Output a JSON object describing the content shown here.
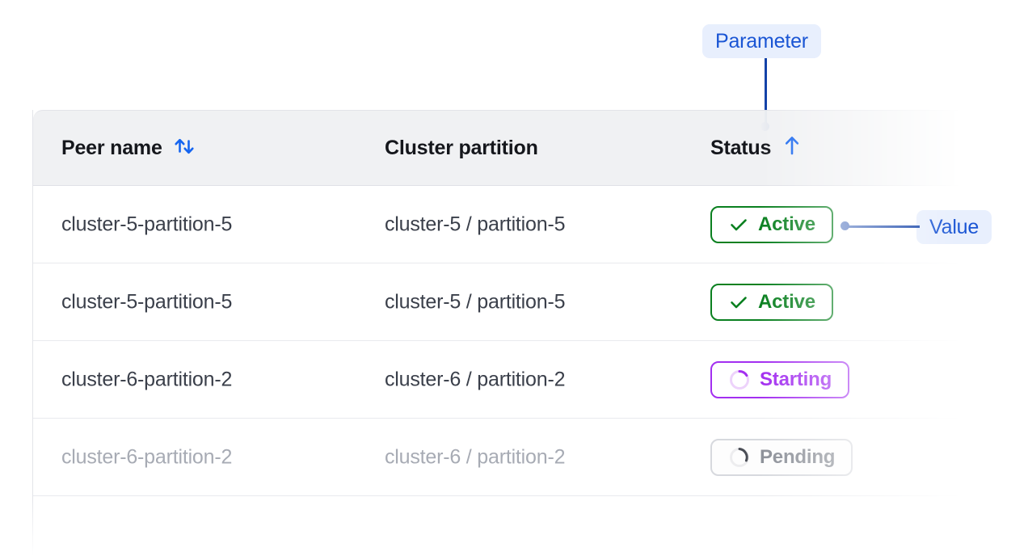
{
  "table": {
    "columns": [
      {
        "key": "peer_name",
        "label": "Peer name",
        "sort_icon": "sort-both-icon"
      },
      {
        "key": "cluster_partition",
        "label": "Cluster partition",
        "sort_icon": null
      },
      {
        "key": "status",
        "label": "Status",
        "sort_icon": "sort-asc-icon"
      }
    ],
    "rows": [
      {
        "peer_name": "cluster-5-partition-5",
        "cluster_partition": "cluster-5 / partition-5",
        "status": {
          "label": "Active",
          "variant": "active",
          "icon": "check-icon"
        },
        "muted": false
      },
      {
        "peer_name": "cluster-5-partition-5",
        "cluster_partition": "cluster-5 / partition-5",
        "status": {
          "label": "Active",
          "variant": "active",
          "icon": "check-icon"
        },
        "muted": false
      },
      {
        "peer_name": "cluster-6-partition-2",
        "cluster_partition": "cluster-6 / partition-2",
        "status": {
          "label": "Starting",
          "variant": "starting",
          "icon": "spinner-icon"
        },
        "muted": false
      },
      {
        "peer_name": "cluster-6-partition-2",
        "cluster_partition": "cluster-6 / partition-2",
        "status": {
          "label": "Pending",
          "variant": "pending",
          "icon": "spinner-icon"
        },
        "muted": true
      }
    ]
  },
  "annotations": {
    "parameter": {
      "label": "Parameter",
      "target": "status-column-header"
    },
    "value": {
      "label": "Value",
      "target": "status-cell-active-row-1"
    }
  },
  "colors": {
    "accent_blue": "#1a55d4",
    "annotation_line": "#1342a8",
    "annotation_badge_bg": "#e8effd",
    "sort_icon_blue": "#1565f0",
    "status_active_green": "#0a8020",
    "status_starting_purple": "#a32ff0",
    "status_pending_gray": "#8c9098",
    "header_bg": "#f0f1f3",
    "row_text": "#3a3f4a",
    "muted_text": "#a7abb4",
    "border": "#e3e4e9"
  }
}
